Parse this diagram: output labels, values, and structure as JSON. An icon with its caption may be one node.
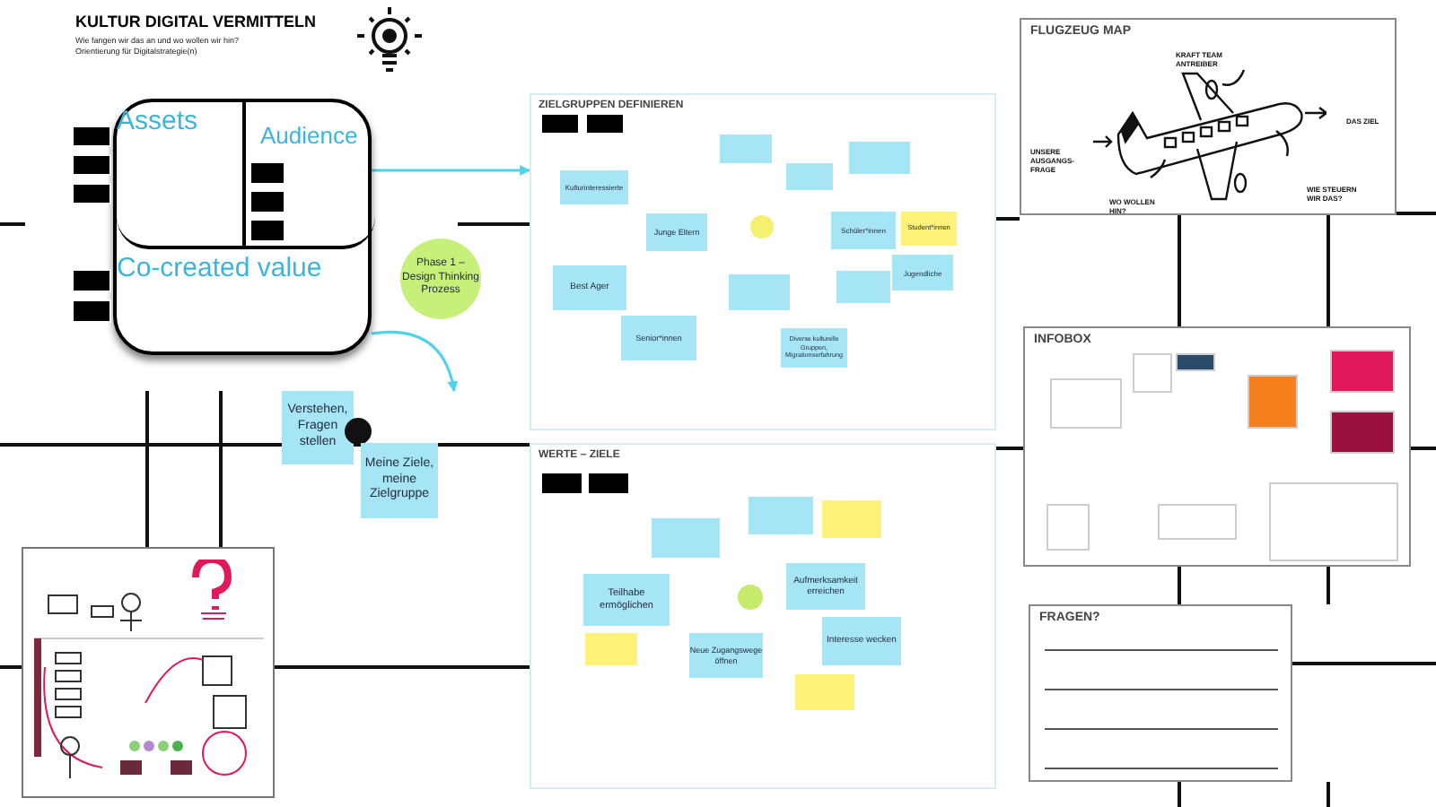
{
  "diagram": {
    "title": "KULTUR DIGITAL VERMITTELN",
    "nodes": [
      {
        "text": [],
        "shape": "box"
      },
      {
        "text": [],
        "shape": "box"
      },
      {
        "text": [],
        "shape": "box"
      },
      {
        "text": [],
        "shape": "box"
      },
      {
        "text": [
          "Assets"
        ],
        "in": 0
      },
      {
        "text": [
          "Audience"
        ],
        "in": 0
      },
      {
        "text": [],
        "shape": "box",
        "in": 5
      },
      {
        "text": [],
        "shape": "box",
        "in": 5
      },
      {
        "text": [],
        "shape": "box",
        "in": 5
      },
      {
        "text": [
          "Co-created value"
        ],
        "in": 0
      },
      {
        "text": [],
        "shape": "box"
      },
      {
        "text": [],
        "shape": "box"
      },
      {
        "text": [
          "Phase 1 – Design Thinking Prozess"
        ]
      },
      {
        "text": [
          "ZIELGRUPPEN DEFINIEREN"
        ]
      },
      {
        "text": [],
        "shape": "box",
        "in": 13
      },
      {
        "text": [],
        "shape": "box",
        "in": 13
      },
      {
        "text": [
          "Kulturinteressierte"
        ],
        "in": 13
      },
      {
        "text": [],
        "shape": "box",
        "in": 13
      },
      {
        "text": [],
        "shape": "box",
        "in": 13
      },
      {
        "text": [],
        "shape": "box",
        "in": 13
      },
      {
        "text": [
          "Junge Eltern"
        ],
        "in": 13
      },
      {
        "text": [],
        "shape": "circle",
        "in": 13
      },
      {
        "text": [
          "Schüler*innen"
        ],
        "in": 13
      },
      {
        "text": [
          "Student*innen"
        ],
        "in": 13
      },
      {
        "text": [
          "Best Ager"
        ],
        "in": 13
      },
      {
        "text": [],
        "shape": "box",
        "in": 13
      },
      {
        "text": [],
        "shape": "box",
        "in": 13
      },
      {
        "text": [
          "Jugendliche"
        ],
        "in": 13
      },
      {
        "text": [
          "Senior*innen"
        ],
        "in": 13
      },
      {
        "text": [
          "Diverse kulturelle Gruppen, Migrationserfahrung"
        ],
        "in": 13
      },
      {
        "text": [
          "Verstehen, Fragen stellen"
        ]
      },
      {
        "text": [],
        "shape": "circle"
      },
      {
        "text": [
          "Meine Ziele, meine Zielgruppe"
        ]
      },
      {
        "text": [
          "WERTE – ZIELE"
        ]
      },
      {
        "text": [],
        "shape": "box",
        "in": 33
      },
      {
        "text": [],
        "shape": "box",
        "in": 33
      },
      {
        "text": [],
        "shape": "box",
        "in": 33
      },
      {
        "text": [],
        "shape": "box",
        "in": 33
      },
      {
        "text": [],
        "shape": "box",
        "in": 33
      },
      {
        "text": [
          "Teilhabe ermöglichen"
        ],
        "in": 33
      },
      {
        "text": [],
        "shape": "circle",
        "in": 33
      },
      {
        "text": [
          "Aufmerksamkeit erreichen"
        ],
        "in": 33
      },
      {
        "text": [],
        "shape": "box",
        "in": 33
      },
      {
        "text": [
          "Neue Zugangswege öffnen"
        ],
        "in": 33
      },
      {
        "text": [
          "Interesse wecken"
        ],
        "in": 33
      },
      {
        "text": [],
        "shape": "box",
        "in": 33
      },
      {
        "text": [
          "FLUGZEUG MAP"
        ]
      },
      {
        "text": [
          "INFOBOX"
        ]
      },
      {
        "text": [
          "FRAGEN?"
        ]
      },
      {
        "text": [],
        "shape": "picture"
      }
    ],
    "edges": [
      {
        "from": 0,
        "to": 13,
        "arrow": "to"
      },
      {
        "from": 0,
        "to": null,
        "arrow": "to"
      }
    ],
    "labels": [
      "Wie fangen wir das an und wo wollen wir hin?",
      "Orientierung für Digitalstrategie(n)",
      "KRAFT TEAM ANTREIBER",
      "UNSERE AUSGANGS-FRAGE",
      "DAS ZIEL",
      "WO WOLLEN HIN?",
      "WIE STEUERN WIR DAS?"
    ]
  }
}
